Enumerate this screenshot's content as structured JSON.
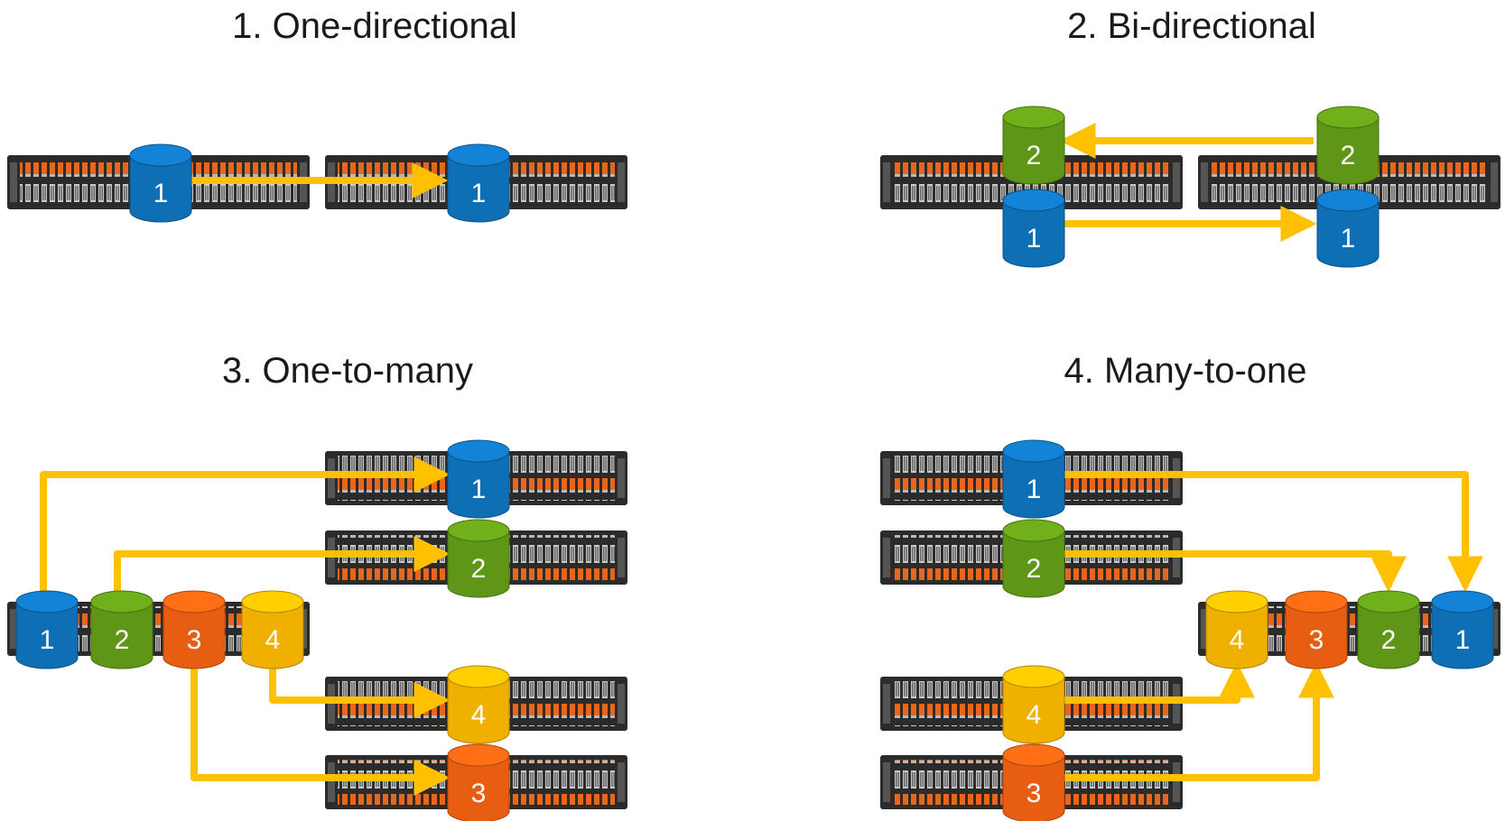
{
  "colors": {
    "blue": "#0f6fb5",
    "green": "#5f9617",
    "orange": "#e75e13",
    "yellow": "#f0b000",
    "arrow": "#ffc000"
  },
  "panels": [
    {
      "id": "one-directional",
      "title": "1. One-directional"
    },
    {
      "id": "bi-directional",
      "title": "2. Bi-directional"
    },
    {
      "id": "one-to-many",
      "title": "3. One-to-many"
    },
    {
      "id": "many-to-one",
      "title": "4. Many-to-one"
    }
  ],
  "volumes": {
    "v1": {
      "label": "1",
      "color": "blue"
    },
    "v2": {
      "label": "2",
      "color": "green"
    },
    "v3": {
      "label": "3",
      "color": "orange"
    },
    "v4": {
      "label": "4",
      "color": "yellow"
    }
  }
}
